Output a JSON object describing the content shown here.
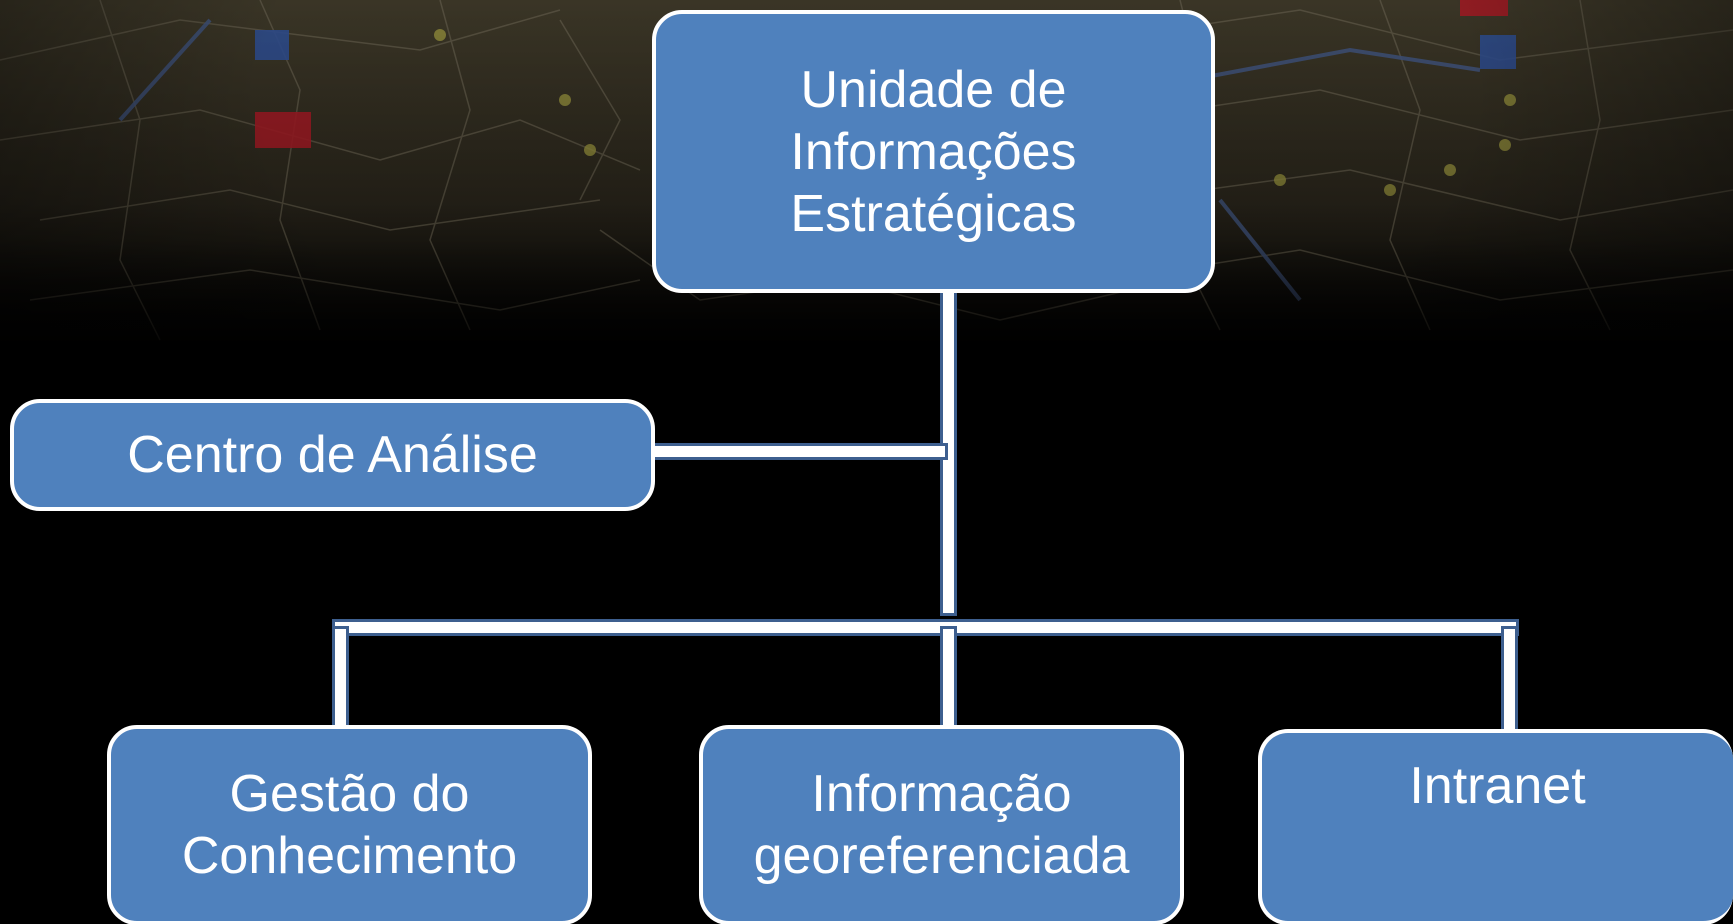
{
  "diagram": {
    "type": "org-chart",
    "colors": {
      "node_fill": "#4f81bd",
      "node_border": "#ffffff",
      "connector_fill": "#ffffff",
      "connector_border": "#3d5f8f",
      "background": "#000000"
    },
    "background_image": "street-map",
    "root": {
      "label": "Unidade de Informações Estratégicas"
    },
    "side_node": {
      "label": "Centro de Análise"
    },
    "children": [
      {
        "label": "Gestão do Conhecimento"
      },
      {
        "label": "Informação georeferenciada"
      },
      {
        "label": "Intranet"
      }
    ]
  }
}
